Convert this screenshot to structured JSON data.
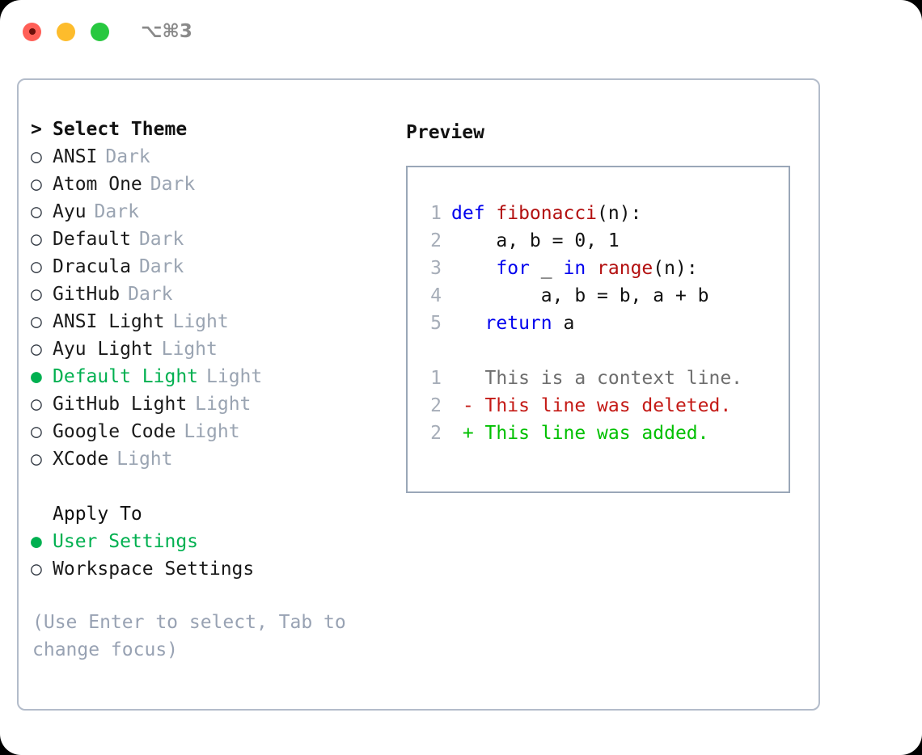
{
  "titlebar": {
    "shortcut": "⌥⌘3",
    "lights": [
      "close-light",
      "minimize-light",
      "maximize-light"
    ]
  },
  "left_panel": {
    "header": {
      "prompt": ">",
      "title": "Select Theme"
    },
    "radio_off": "○",
    "radio_on": "●",
    "themes": [
      {
        "name": "ANSI",
        "tag": "Dark",
        "selected": false
      },
      {
        "name": "Atom One",
        "tag": "Dark",
        "selected": false
      },
      {
        "name": "Ayu",
        "tag": "Dark",
        "selected": false
      },
      {
        "name": "Default",
        "tag": "Dark",
        "selected": false
      },
      {
        "name": "Dracula",
        "tag": "Dark",
        "selected": false
      },
      {
        "name": "GitHub",
        "tag": "Dark",
        "selected": false
      },
      {
        "name": "ANSI Light",
        "tag": "Light",
        "selected": false
      },
      {
        "name": "Ayu Light",
        "tag": "Light",
        "selected": false
      },
      {
        "name": "Default Light",
        "tag": "Light",
        "selected": true
      },
      {
        "name": "GitHub Light",
        "tag": "Light",
        "selected": false
      },
      {
        "name": "Google Code",
        "tag": "Light",
        "selected": false
      },
      {
        "name": "XCode",
        "tag": "Light",
        "selected": false
      }
    ],
    "apply_to": {
      "label": "Apply To",
      "options": [
        {
          "name": "User Settings",
          "selected": true
        },
        {
          "name": "Workspace Settings",
          "selected": false
        }
      ]
    },
    "hint": "(Use Enter to select, Tab to change focus)"
  },
  "right_panel": {
    "label": "Preview",
    "code_lines": [
      {
        "no": "1",
        "tokens": [
          {
            "t": "def ",
            "c": "kw"
          },
          {
            "t": "fibonacci",
            "c": "fn"
          },
          {
            "t": "(n):",
            "c": "pl"
          }
        ]
      },
      {
        "no": "2",
        "tokens": [
          {
            "t": "    a, b = 0, 1",
            "c": "pl"
          }
        ]
      },
      {
        "no": "3",
        "tokens": [
          {
            "t": "    ",
            "c": "pl"
          },
          {
            "t": "for",
            "c": "kw"
          },
          {
            "t": " _ ",
            "c": "pl"
          },
          {
            "t": "in",
            "c": "kw"
          },
          {
            "t": " ",
            "c": "pl"
          },
          {
            "t": "range",
            "c": "fn"
          },
          {
            "t": "(n):",
            "c": "pl"
          }
        ]
      },
      {
        "no": "4",
        "tokens": [
          {
            "t": "        a, b = b, a + b",
            "c": "pl"
          }
        ]
      },
      {
        "no": "5",
        "tokens": [
          {
            "t": "   ",
            "c": "pl"
          },
          {
            "t": "return",
            "c": "kw"
          },
          {
            "t": " a",
            "c": "pl"
          }
        ]
      }
    ],
    "diff_lines": [
      {
        "no": "1",
        "sign": " ",
        "text": "This is a context line.",
        "kind": "ctx"
      },
      {
        "no": "2",
        "sign": "-",
        "text": "This line was deleted.",
        "kind": "del"
      },
      {
        "no": "2",
        "sign": "+",
        "text": "This line was added.",
        "kind": "add"
      }
    ]
  },
  "colors": {
    "accent_green": "#00b050",
    "diff_add": "#00c000",
    "diff_del": "#c41a16",
    "keyword_blue": "#0000ee",
    "function_red": "#b31010",
    "muted_gray": "#9aa4b2",
    "border": "#b3bcca"
  }
}
